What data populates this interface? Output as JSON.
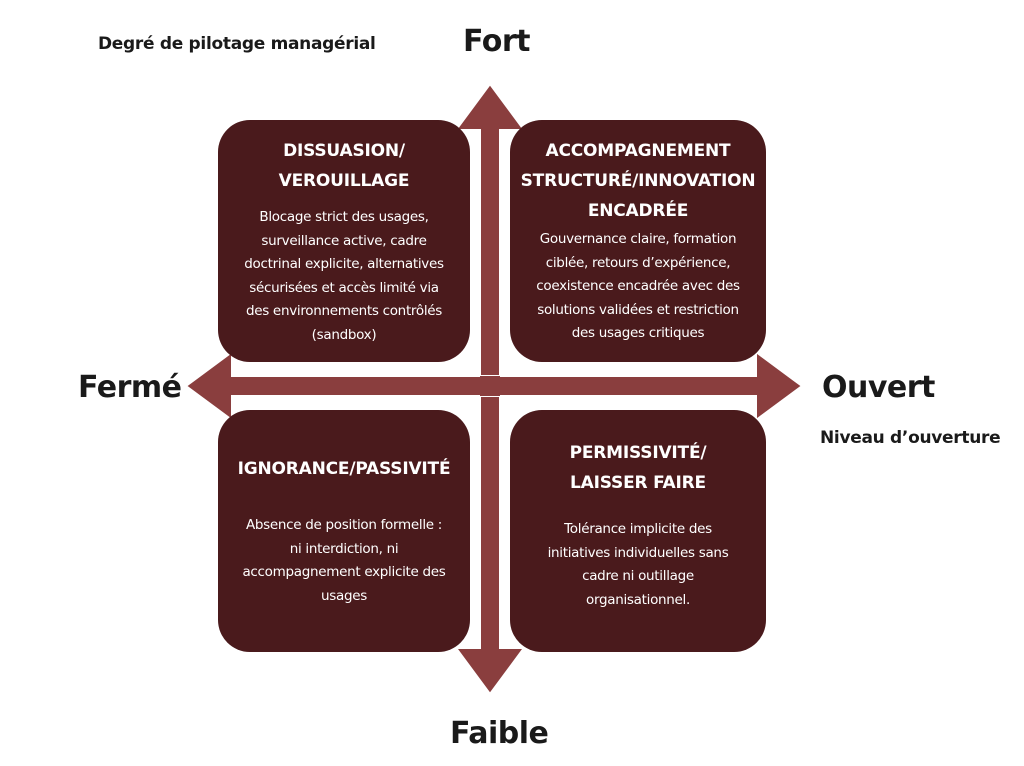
{
  "axes": {
    "y_label": "Degré de pilotage managérial",
    "x_label": "Niveau d’ouverture",
    "top": "Fort",
    "bottom": "Faible",
    "left": "Fermé",
    "right": "Ouvert",
    "arrow_color": "#8a3e3e",
    "arrow_fill": "#ffffff"
  },
  "quadrants": {
    "top_left": {
      "title_lines": [
        "DISSUASION/",
        "VEROUILLAGE"
      ],
      "desc_lines": [
        "Blocage strict des usages,",
        "surveillance active, cadre",
        "doctrinal explicite, alternatives",
        "sécurisées et accès limité via",
        "des environnements contrôlés",
        "(sandbox)"
      ]
    },
    "top_right": {
      "title_lines": [
        "ACCOMPAGNEMENT",
        "STRUCTURÉ/INNOVATION",
        "ENCADRÉE"
      ],
      "desc_lines": [
        "Gouvernance claire, formation",
        "ciblée, retours d’expérience,",
        "coexistence encadrée avec des",
        "solutions validées et restriction",
        "des usages critiques"
      ]
    },
    "bottom_left": {
      "title_lines": [
        "IGNORANCE/PASSIVITÉ"
      ],
      "desc_lines": [
        "Absence de position formelle :",
        "ni interdiction, ni",
        "accompagnement explicite des",
        "usages"
      ]
    },
    "bottom_right": {
      "title_lines": [
        "PERMISSIVITÉ/",
        "LAISSER FAIRE"
      ],
      "desc_lines": [
        "Tolérance implicite des",
        "initiatives individuelles sans",
        "cadre ni outillage",
        "organisationnel."
      ]
    },
    "box_color": "#4a1a1c"
  }
}
